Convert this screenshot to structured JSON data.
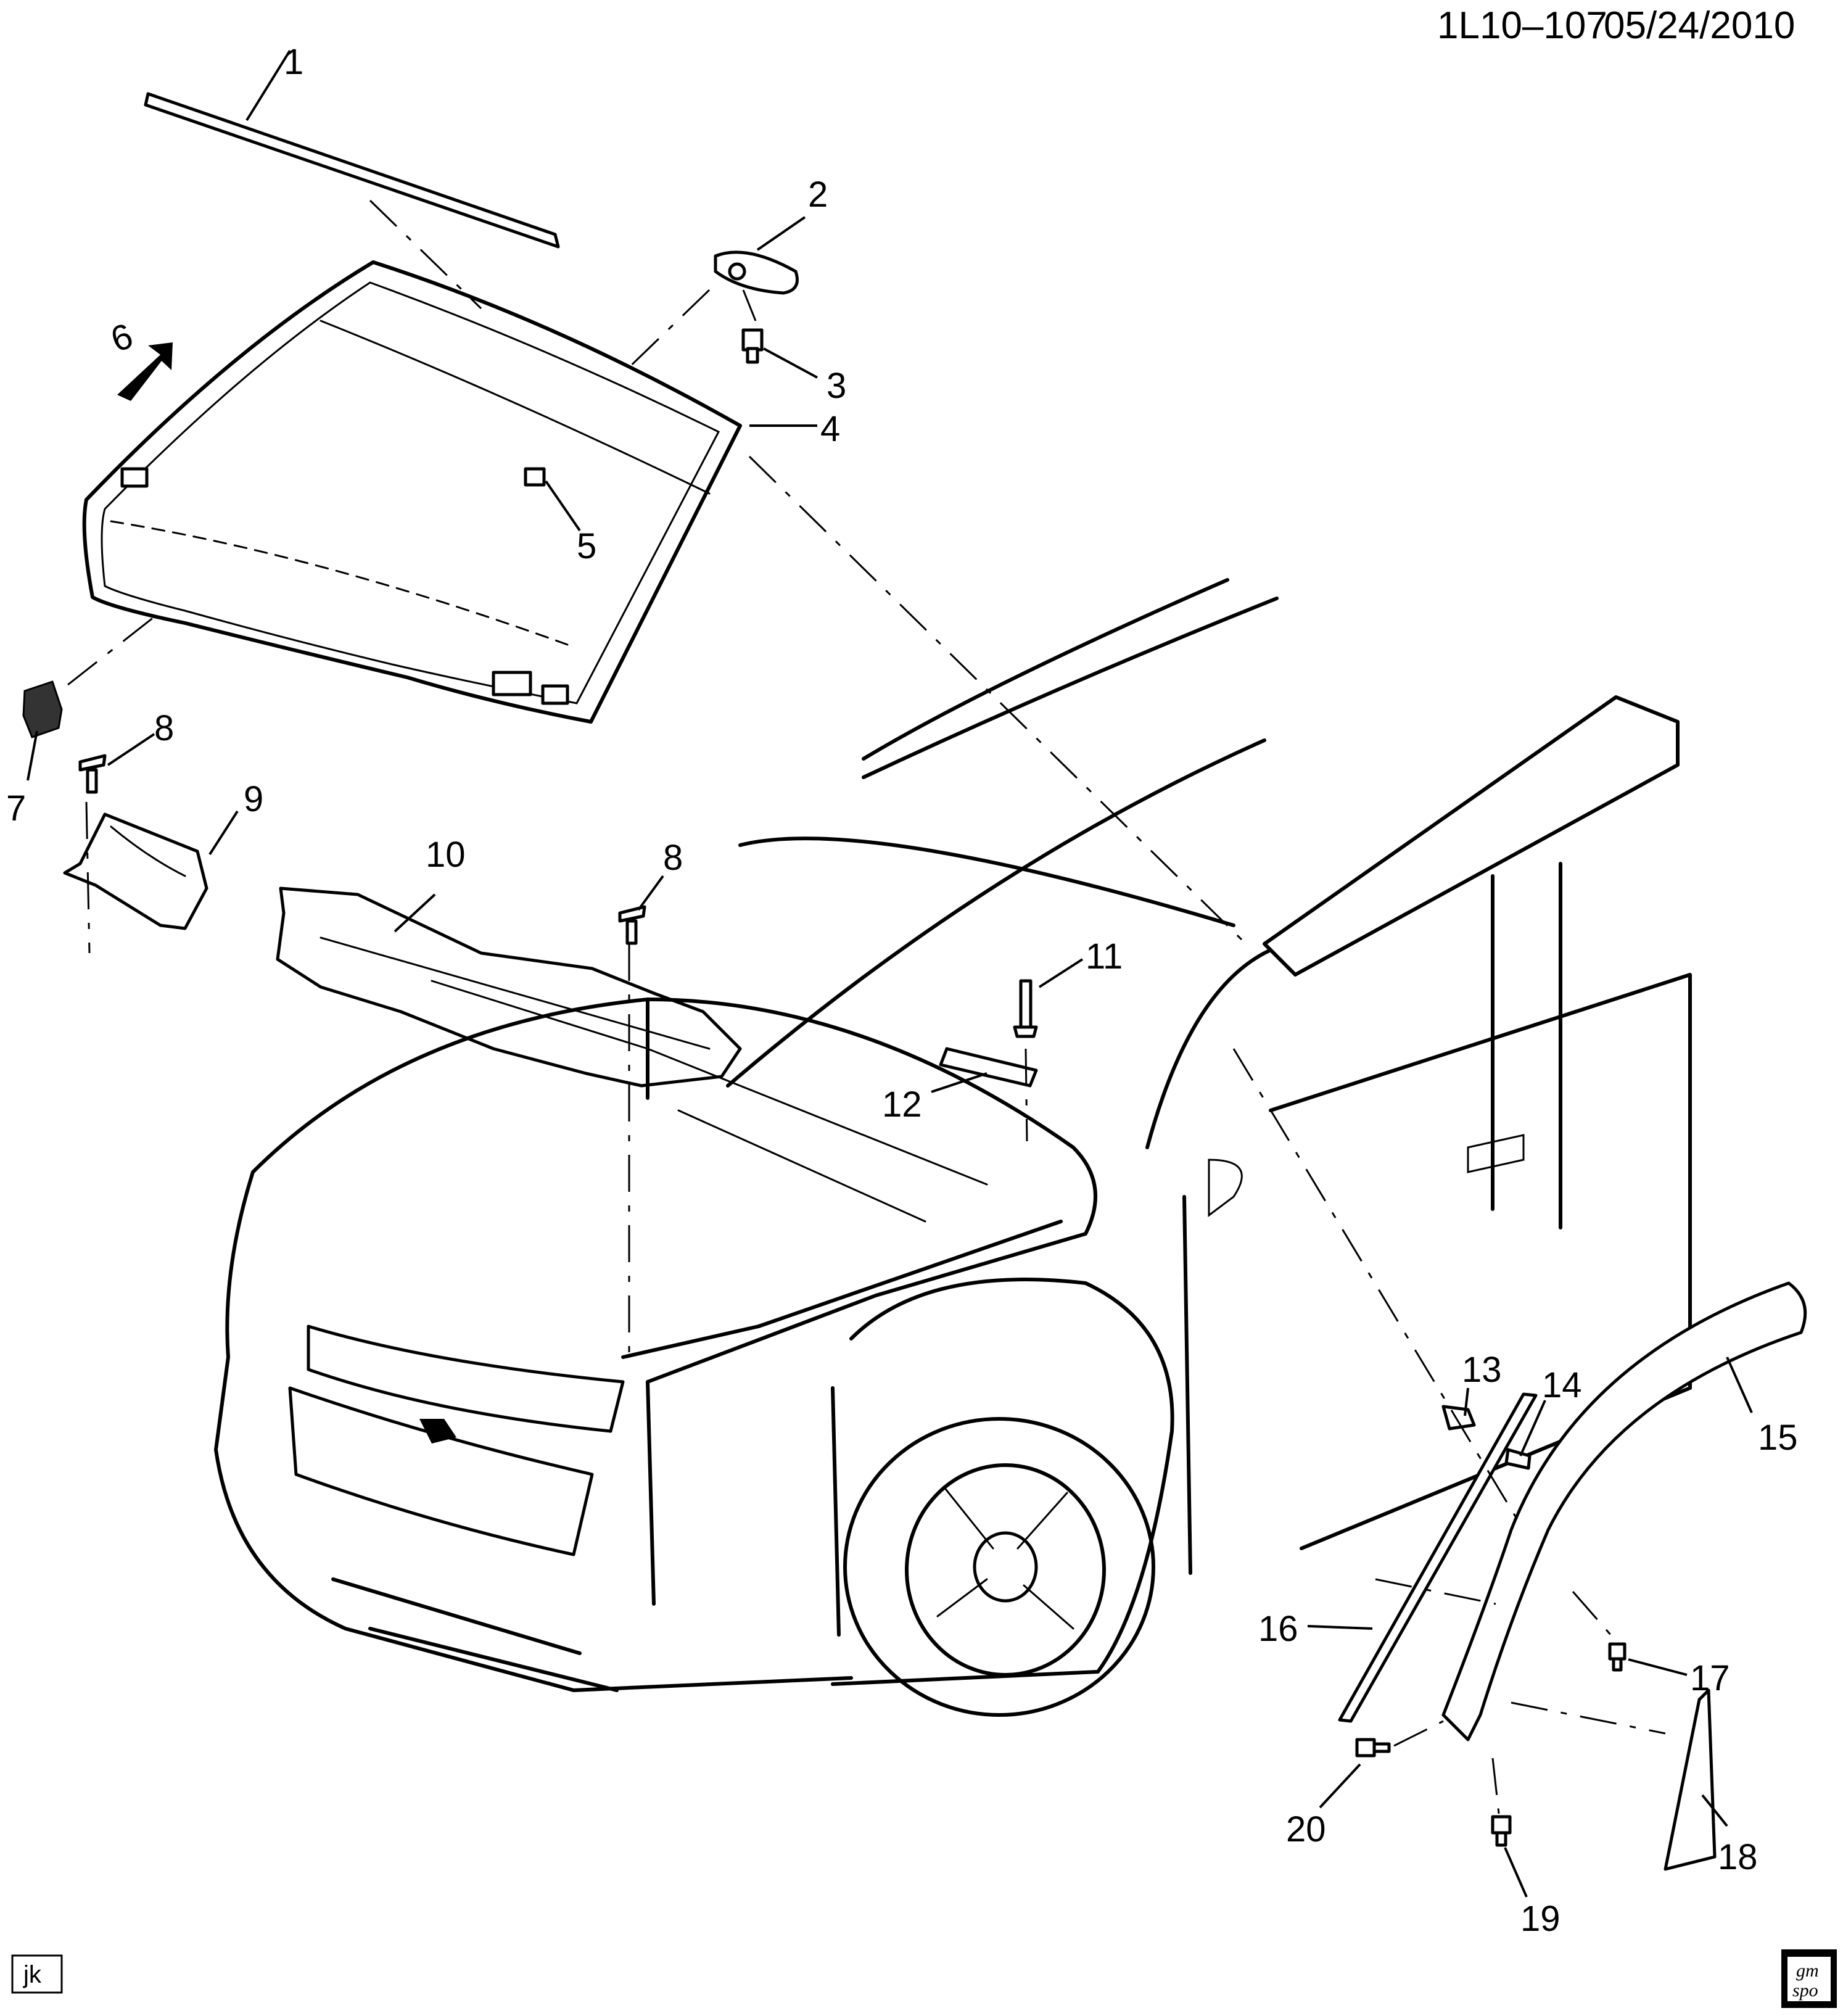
{
  "header": {
    "ref_code": "1L10–107",
    "date": "05/24/2010"
  },
  "corner_tag": "jk",
  "logo": {
    "line1": "gm",
    "line2": "spo"
  },
  "callouts": [
    {
      "id": "c1",
      "text": "1"
    },
    {
      "id": "c2",
      "text": "2"
    },
    {
      "id": "c3",
      "text": "3"
    },
    {
      "id": "c4",
      "text": "4"
    },
    {
      "id": "c5",
      "text": "5"
    },
    {
      "id": "c6",
      "text": "6"
    },
    {
      "id": "c7",
      "text": "7"
    },
    {
      "id": "c8a",
      "text": "8"
    },
    {
      "id": "c8b",
      "text": "8"
    },
    {
      "id": "c9",
      "text": "9"
    },
    {
      "id": "c10",
      "text": "10"
    },
    {
      "id": "c11",
      "text": "11"
    },
    {
      "id": "c12",
      "text": "12"
    },
    {
      "id": "c13",
      "text": "13"
    },
    {
      "id": "c14",
      "text": "14"
    },
    {
      "id": "c15",
      "text": "15"
    },
    {
      "id": "c16",
      "text": "16"
    },
    {
      "id": "c17",
      "text": "17"
    },
    {
      "id": "c18",
      "text": "18"
    },
    {
      "id": "c19",
      "text": "19"
    },
    {
      "id": "c20",
      "text": "20"
    }
  ]
}
